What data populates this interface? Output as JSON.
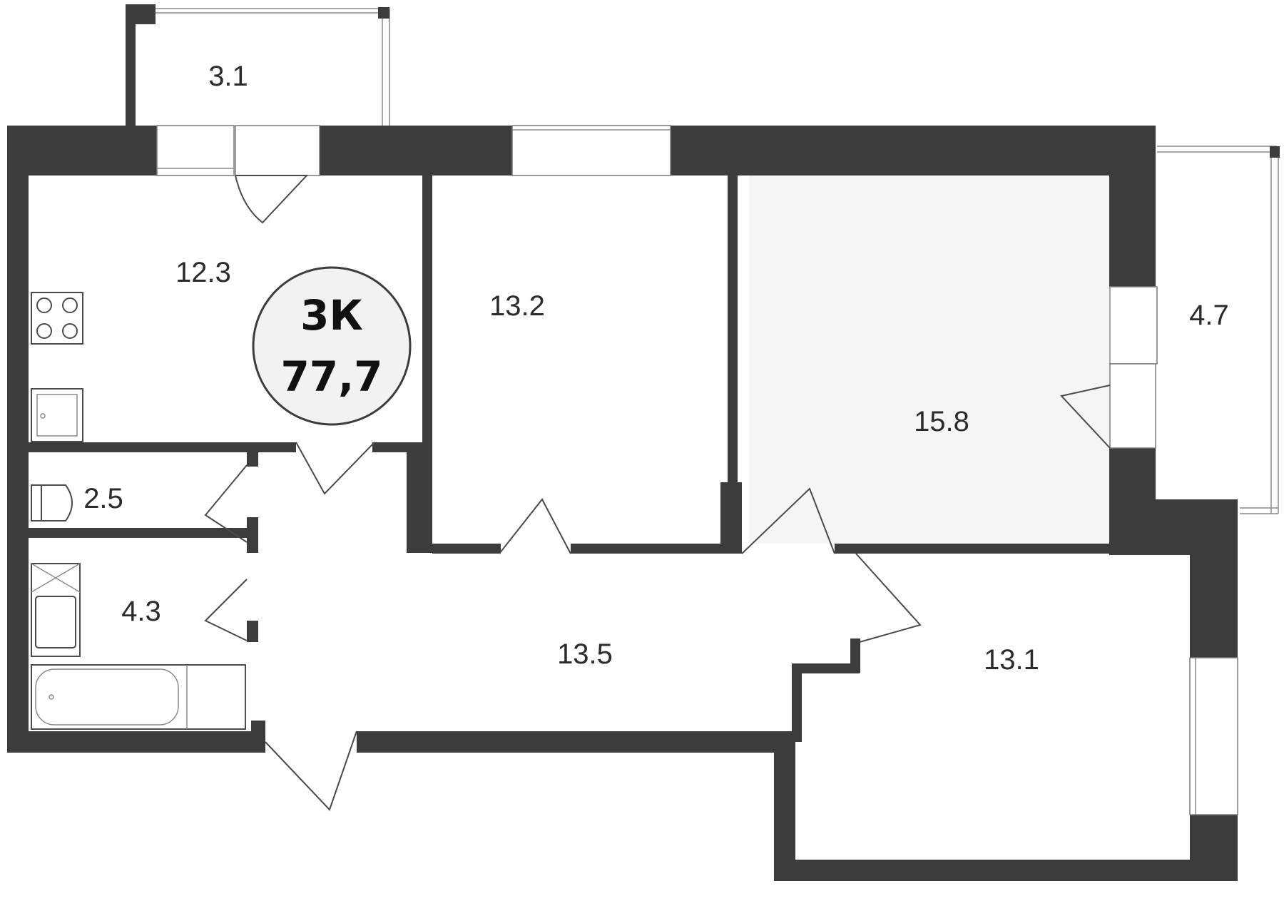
{
  "plan": {
    "badge": {
      "rooms": "3К",
      "total_area": "77,7"
    },
    "rooms": [
      {
        "id": "balcony-top",
        "area": "3.1"
      },
      {
        "id": "kitchen",
        "area": "12.3"
      },
      {
        "id": "bedroom-1",
        "area": "13.2"
      },
      {
        "id": "living-room",
        "area": "15.8"
      },
      {
        "id": "balcony-right",
        "area": "4.7"
      },
      {
        "id": "toilet",
        "area": "2.5"
      },
      {
        "id": "bathroom",
        "area": "4.3"
      },
      {
        "id": "hallway",
        "area": "13.5"
      },
      {
        "id": "bedroom-2",
        "area": "13.1"
      }
    ],
    "colors": {
      "wall": "#3c3c3c",
      "line": "#4a4a4a",
      "living_room_fill": "#f5f5f5"
    }
  }
}
